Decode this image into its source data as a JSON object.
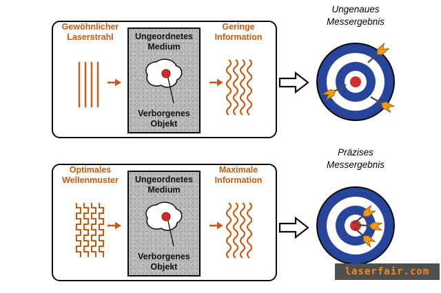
{
  "colors": {
    "orange": "#c85a12",
    "dart-orange": "#f09a18",
    "dart-orange-dark": "#a05f00",
    "board-blue": "#27459a",
    "bullseye-red": "#d62b2b",
    "watermark-bg": "#4f4f4f",
    "watermark-text": "#f08a24"
  },
  "top": {
    "result_title": "Ungenaues\nMessergebnis",
    "panel": {
      "left_label": "Gewöhnlicher\nLaserstrahl",
      "medium_label": "Ungeordnetes\nMedium",
      "object_label": "Verborgenes\nObjekt",
      "right_label": "Geringe\nInformation"
    }
  },
  "bottom": {
    "result_title": "Präzises\nMessergebnis",
    "panel": {
      "left_label": "Optimales\nWellenmuster",
      "medium_label": "Ungeordnetes\nMedium",
      "object_label": "Verborgenes\nObjekt",
      "right_label": "Maximale\nInformation"
    }
  },
  "watermark": {
    "text": "laserfair.com"
  }
}
